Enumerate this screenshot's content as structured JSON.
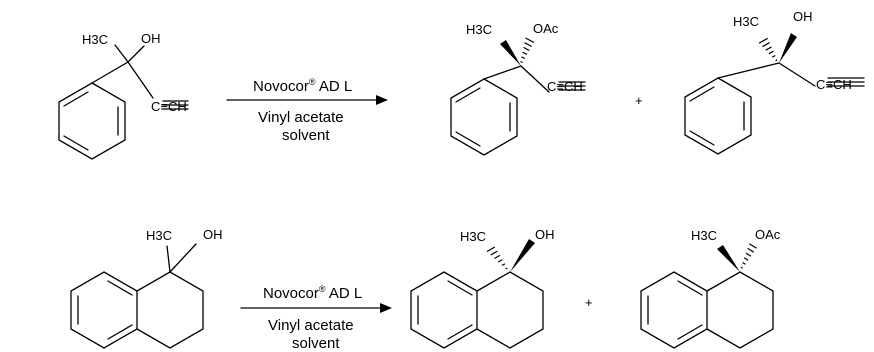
{
  "reactions": [
    {
      "reagents": {
        "enzyme": "Novocor",
        "enzyme_mark": "®",
        "enzyme_suffix": " AD L",
        "line2": "Vinyl acetate",
        "line3": "solvent"
      },
      "substrate": {
        "methyl": "H3C",
        "hydroxyl": "OH",
        "alkyne": "C≡CH"
      },
      "product_1": {
        "methyl": "H3C",
        "group": "OAc",
        "alkyne": "C≡CH"
      },
      "plus": "+",
      "product_2": {
        "methyl": "H3C",
        "group": "OH",
        "alkyne": "C≡CH"
      }
    },
    {
      "reagents": {
        "enzyme": "Novocor",
        "enzyme_mark": "®",
        "enzyme_suffix": " AD L",
        "line2": "Vinyl acetate",
        "line3": "solvent"
      },
      "substrate": {
        "methyl": "H3C",
        "hydroxyl": "OH"
      },
      "product_1": {
        "methyl": "H3C",
        "group": "OH"
      },
      "plus": "+",
      "product_2": {
        "methyl": "H3C",
        "group": "OAc"
      }
    }
  ]
}
